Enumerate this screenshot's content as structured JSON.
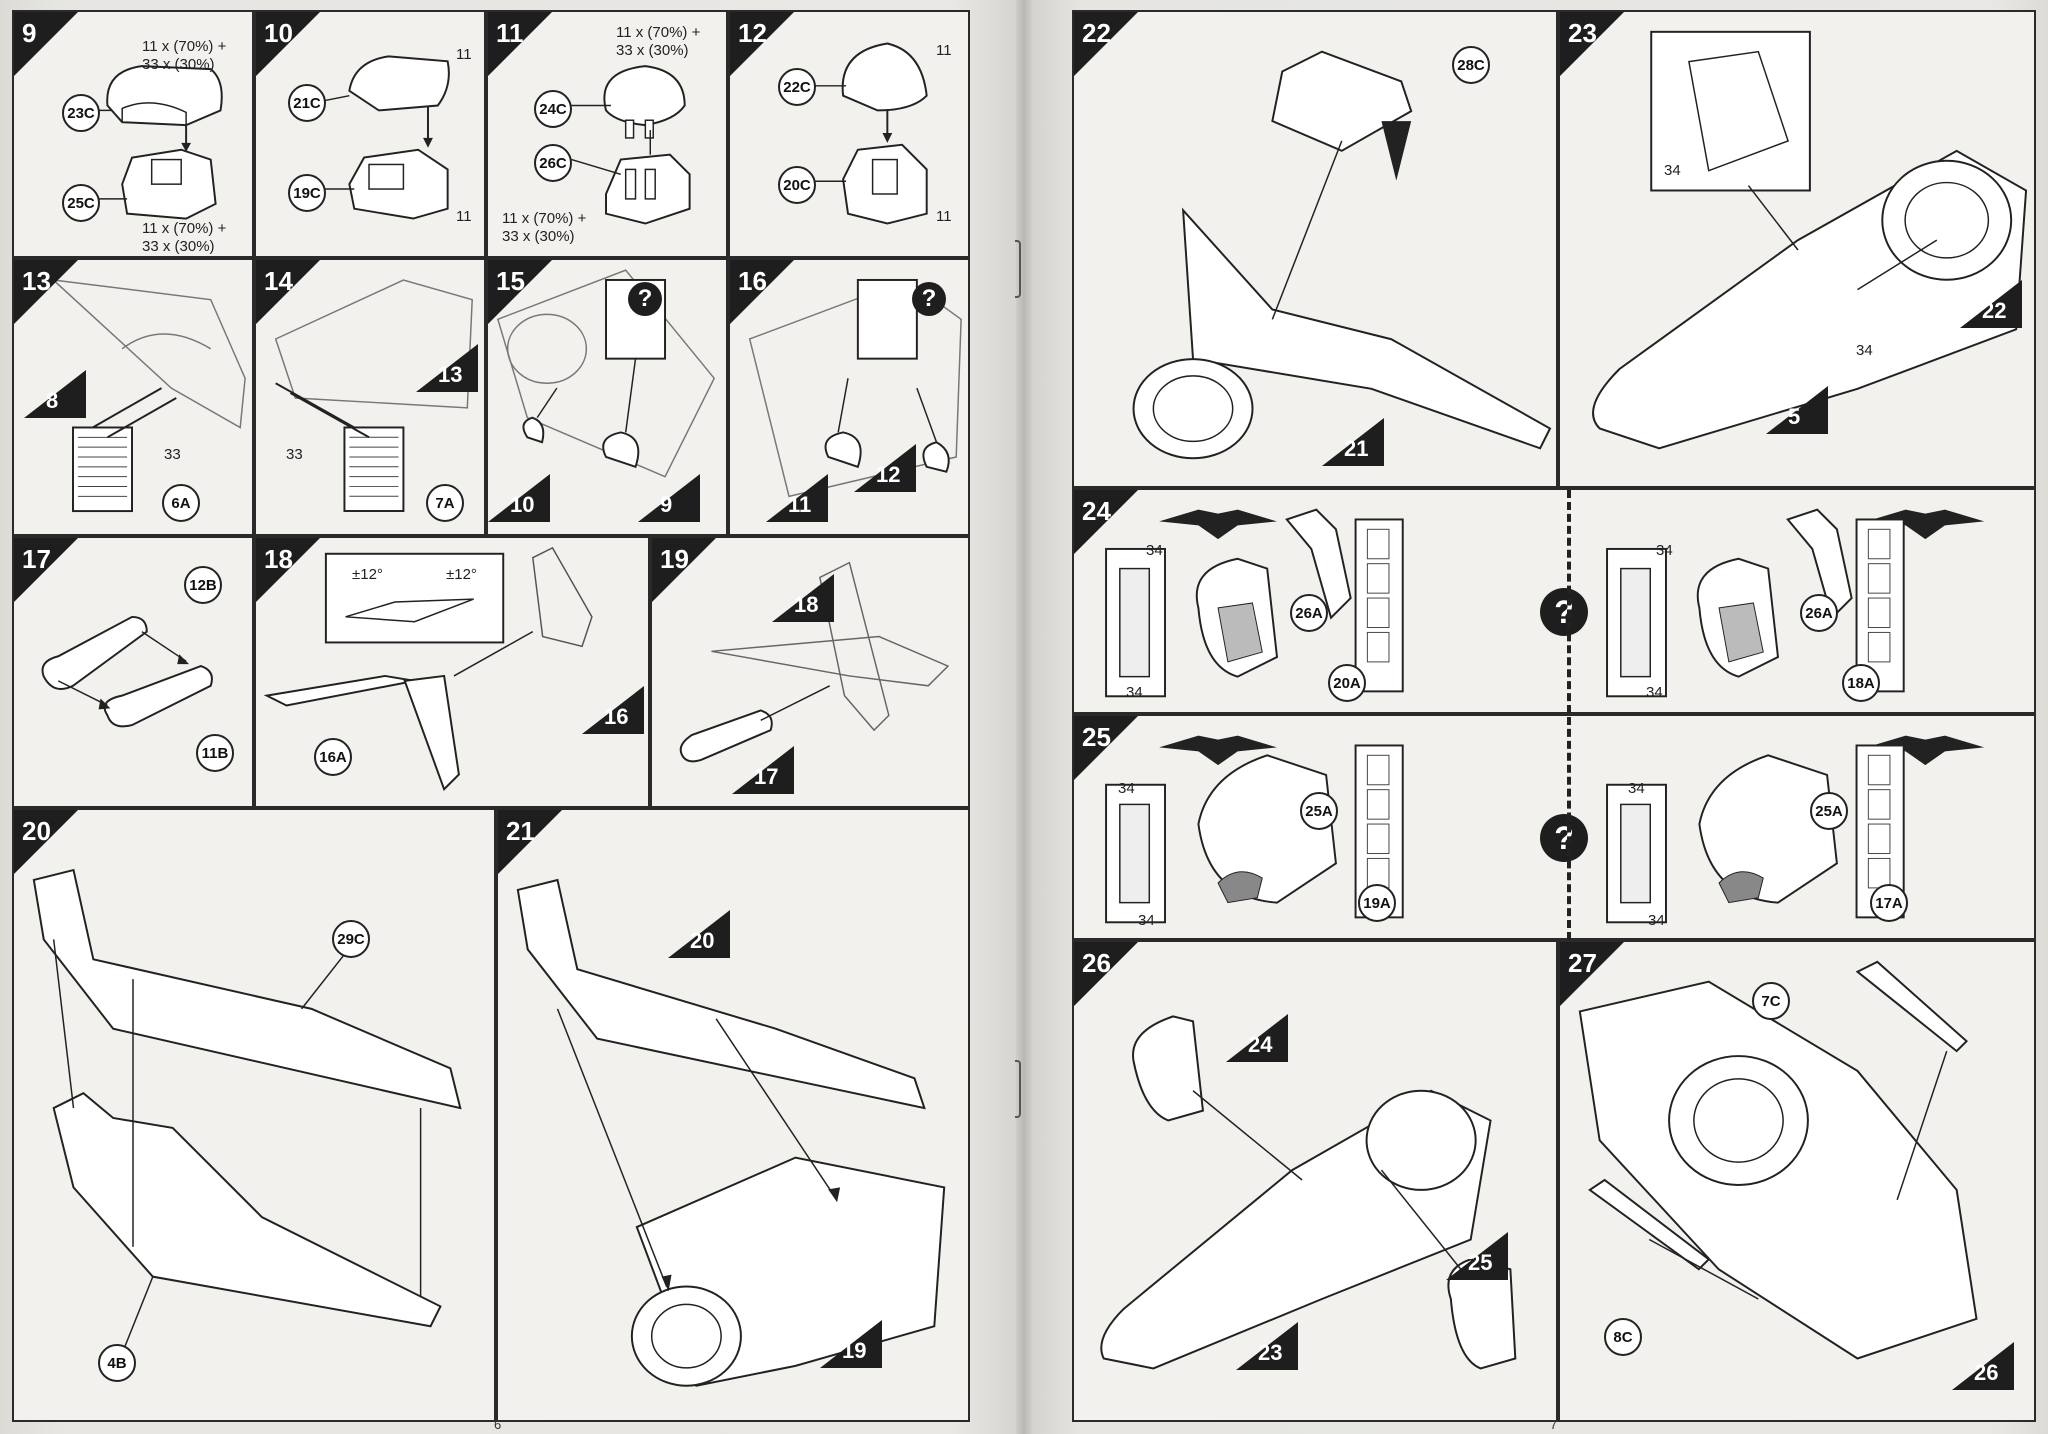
{
  "pages": {
    "left_number": "6",
    "right_number": "7"
  },
  "steps": {
    "s9": {
      "num": "9",
      "parts": [
        "23C",
        "25C"
      ],
      "notes": [
        "11 x (70%) +\n33 x (30%)",
        "11 x (70%) +\n33 x (30%)"
      ]
    },
    "s10": {
      "num": "10",
      "parts": [
        "21C",
        "19C"
      ],
      "notes": [
        "11",
        "11"
      ]
    },
    "s11": {
      "num": "11",
      "parts": [
        "24C",
        "26C"
      ],
      "notes": [
        "11 x (70%) +\n33 x (30%)",
        "11 x (70%) +\n33 x (30%)"
      ]
    },
    "s12": {
      "num": "12",
      "parts": [
        "22C",
        "20C"
      ],
      "notes": [
        "11",
        "11"
      ]
    },
    "s13": {
      "num": "13",
      "parts": [
        "6A"
      ],
      "notes": [
        "8",
        "33"
      ]
    },
    "s14": {
      "num": "14",
      "parts": [
        "7A"
      ],
      "notes": [
        "33"
      ],
      "ref": "13"
    },
    "s15": {
      "num": "15",
      "refs": [
        "10",
        "9"
      ],
      "qmark": "?"
    },
    "s16": {
      "num": "16",
      "refs": [
        "11",
        "12"
      ],
      "qmark": "?"
    },
    "s17": {
      "num": "17",
      "parts": [
        "12B",
        "11B"
      ]
    },
    "s18": {
      "num": "18",
      "parts": [
        "16A"
      ],
      "angles": [
        "±12°",
        "±12°"
      ],
      "ref": "16"
    },
    "s19": {
      "num": "19",
      "refs": [
        "18",
        "17"
      ]
    },
    "s20": {
      "num": "20",
      "parts": [
        "29C",
        "4B"
      ]
    },
    "s21": {
      "num": "21",
      "refs": [
        "20",
        "19"
      ]
    },
    "s22": {
      "num": "22",
      "parts": [
        "28C"
      ],
      "ref": "21"
    },
    "s23": {
      "num": "23",
      "notes": [
        "34",
        "34"
      ],
      "refs": [
        "22",
        "5"
      ]
    },
    "s24": {
      "num": "24",
      "parts_left": [
        "26A",
        "20A"
      ],
      "parts_right": [
        "26A",
        "18A"
      ],
      "notes": [
        "34",
        "34",
        "34",
        "34"
      ],
      "qmark": "?"
    },
    "s25": {
      "num": "25",
      "parts_left": [
        "25A",
        "19A"
      ],
      "parts_right": [
        "25A",
        "17A"
      ],
      "notes": [
        "34",
        "34",
        "34",
        "34"
      ],
      "qmark": "?"
    },
    "s26": {
      "num": "26",
      "refs": [
        "24",
        "25",
        "23"
      ]
    },
    "s27": {
      "num": "27",
      "parts": [
        "7C",
        "8C"
      ],
      "ref": "26"
    }
  }
}
